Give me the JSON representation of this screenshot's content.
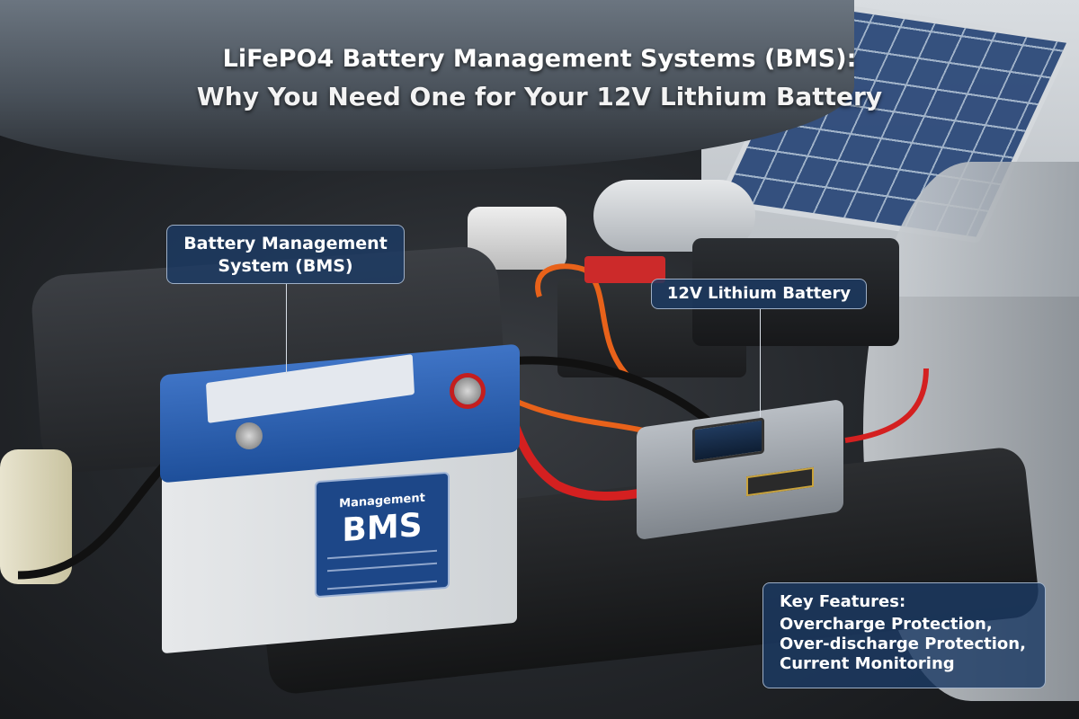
{
  "title": {
    "line1": "LiFePO4 Battery Management Systems (BMS):",
    "line2": "Why You Need One for Your 12V Lithium Battery"
  },
  "callouts": {
    "bms": "Battery Management System (BMS)",
    "battery": "12V Lithium Battery",
    "features_title": "Key Features:",
    "features": [
      "Overcharge Protection,",
      "Over-discharge Protection,",
      "Current Monitoring"
    ]
  },
  "battery_plate": {
    "subtitle": "Management",
    "main": "BMS"
  },
  "colors": {
    "callout_bg": "#1c3a64",
    "battery_blue": "#1e4f9a",
    "cable_red": "#d42020",
    "cable_orange": "#e8621a"
  }
}
